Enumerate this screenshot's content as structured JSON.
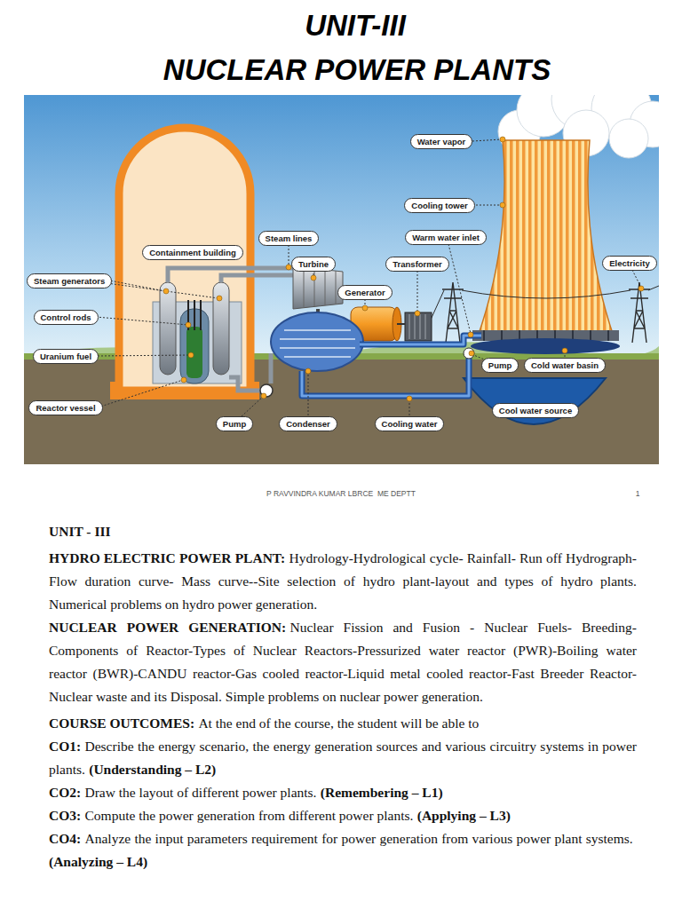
{
  "diagram": {
    "title": "NUCLEAR POWER PLANTS",
    "nodes": [
      {
        "text": [
          "Water vapor"
        ]
      },
      {
        "text": [
          "Cooling tower"
        ]
      },
      {
        "text": [
          "Steam lines"
        ]
      },
      {
        "text": [
          "Warm water inlet"
        ]
      },
      {
        "text": [
          "Containment building"
        ]
      },
      {
        "text": [
          "Turbine"
        ]
      },
      {
        "text": [
          "Transformer"
        ]
      },
      {
        "text": [
          "Electricity"
        ]
      },
      {
        "text": [
          "Steam generators"
        ]
      },
      {
        "text": [
          "Generator"
        ]
      },
      {
        "text": [
          "Control rods"
        ]
      },
      {
        "text": [
          "Uranium fuel"
        ]
      },
      {
        "text": [
          "Pump"
        ]
      },
      {
        "text": [
          "Cold water basin"
        ]
      },
      {
        "text": [
          "Reactor vessel"
        ]
      },
      {
        "text": [
          "Cool water source"
        ]
      },
      {
        "text": [
          "Pump"
        ]
      },
      {
        "text": [
          "Condenser"
        ]
      },
      {
        "text": [
          "Cooling water"
        ]
      }
    ],
    "labels": [
      "UNIT-III",
      "P RAVVINDRA KUMAR LBRCE  ME DEPTT",
      "1",
      "UNIT - III",
      "HYDRO ELECTRIC POWER PLANT:",
      "Hydrology-Hydrological cycle- Rainfall- Run off Hydrograph- Flow duration curve- Mass curve--Site selection of hydro plant-layout and types of hydro plants. Numerical problems on hydro power generation.",
      "NUCLEAR POWER GENERATION:",
      "Nuclear Fission and Fusion - Nuclear Fuels- Breeding- Components of Reactor-Types of Nuclear Reactors-Pressurized water reactor (PWR)-Boiling water reactor (BWR)-CANDU reactor-Gas cooled reactor-Liquid metal cooled reactor-Fast Breeder Reactor-Nuclear waste and its Disposal. Simple problems on nuclear power generation.",
      "COURSE OUTCOMES:",
      "At the end of the course, the student will be able to",
      "CO1:",
      "Describe the energy scenario, the energy generation sources and various circuitry systems in power plants.",
      "(Understanding – L2)",
      "CO2:",
      "Draw the layout of different power plants.",
      "(Remembering – L1)",
      "CO3:",
      "Compute the power generation from different power plants.",
      "(Applying – L3)",
      "CO4:",
      "Analyze the input parameters requirement for power generation from various power plant systems.",
      "(Analyzing – L4)"
    ]
  }
}
